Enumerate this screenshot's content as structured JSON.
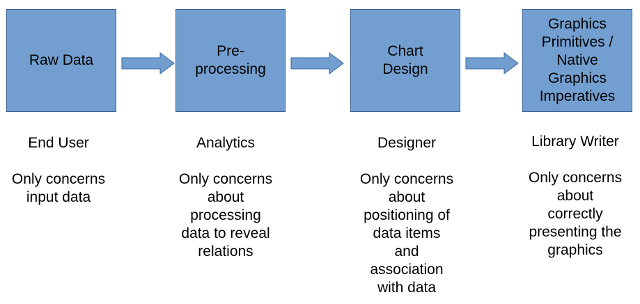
{
  "colors": {
    "box_fill": "#729fcf",
    "box_border": "#3a5f8f",
    "arrow_fill": "#729fcf",
    "arrow_border": "#3465a4"
  },
  "stages": [
    {
      "label": "Raw Data"
    },
    {
      "label": "Pre-\nprocessing"
    },
    {
      "label": "Chart\nDesign"
    },
    {
      "label": "Graphics\nPrimitives /\nNative\nGraphics\nImperatives"
    }
  ],
  "roles": [
    {
      "title": "End User",
      "description": "Only concerns\ninput data"
    },
    {
      "title": "Analytics",
      "description": "Only concerns\nabout\nprocessing\ndata to reveal\nrelations"
    },
    {
      "title": "Designer",
      "description": "Only concerns\nabout\npositioning of\ndata items\nand\nassociation\nwith data"
    },
    {
      "title": "Library Writer",
      "description": "Only concerns\nabout\ncorrectly\npresenting the\ngraphics"
    }
  ]
}
